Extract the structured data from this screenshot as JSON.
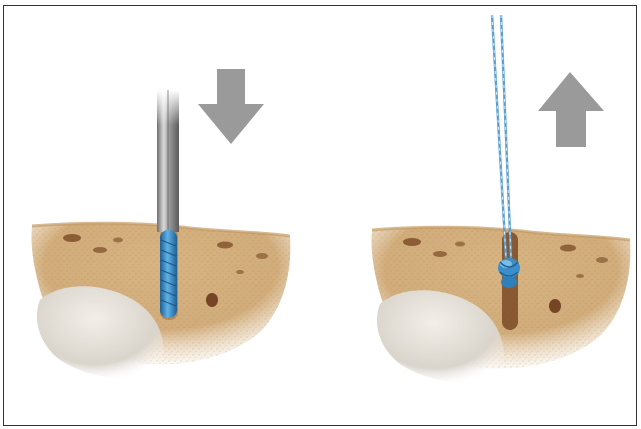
{
  "figure": {
    "panels": [
      {
        "step": "insertion",
        "arrow_direction": "down"
      },
      {
        "step": "deployment",
        "arrow_direction": "up"
      }
    ]
  },
  "colors": {
    "bone": "#d9b98a",
    "bone_dark": "#b88f5c",
    "pore": "#7a4a26",
    "anchor_blue": "#3a8fc9",
    "anchor_blue_dark": "#1f5f94",
    "inserter_steel": "#8c8c8c",
    "arrow_gray": "#9a9a9a",
    "suture": "#6aa9d6",
    "border": "#333333"
  },
  "icons": {
    "left_arrow": "arrow-down-icon",
    "right_arrow": "arrow-up-icon"
  }
}
